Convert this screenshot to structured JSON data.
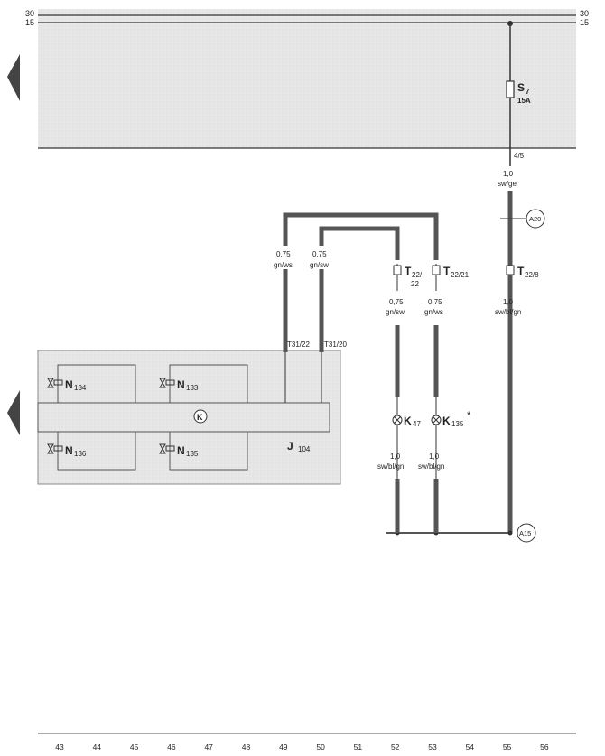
{
  "rails": {
    "top_left": "30",
    "bottom_left": "15",
    "top_right": "30",
    "bottom_right": "15"
  },
  "fuse": {
    "name": "S",
    "sub": "7",
    "rating": "15A",
    "pin": "4/5"
  },
  "wires": {
    "w_main_top": {
      "cs": "1,0",
      "color": "sw/ge"
    },
    "w_gnws_left": {
      "cs": "0,75",
      "color": "gn/ws"
    },
    "w_gnsw_left": {
      "cs": "0,75",
      "color": "gn/sw"
    },
    "w_gnsw_mid": {
      "cs": "0,75",
      "color": "gn/sw"
    },
    "w_gnws_mid": {
      "cs": "0,75",
      "color": "gn/ws"
    },
    "w_main_mid": {
      "cs": "1,0",
      "color": "sw/bl/gn"
    },
    "w_k47": {
      "cs": "1,0",
      "color": "sw/bl/gn"
    },
    "w_k135": {
      "cs": "1,0",
      "color": "sw/bl/gn"
    }
  },
  "connectors": {
    "t22_22": {
      "name": "T",
      "sub": "22/",
      "sub2": "22"
    },
    "t22_21": {
      "name": "T",
      "sub": "22/21"
    },
    "t22_8": {
      "name": "T",
      "sub": "22/8"
    },
    "t31_22": "T31/22",
    "t31_20": "T31/20",
    "a20": "A20",
    "a15": "A15"
  },
  "components": {
    "n134": {
      "name": "N",
      "sub": "134"
    },
    "n133": {
      "name": "N",
      "sub": "133"
    },
    "n136": {
      "name": "N",
      "sub": "136"
    },
    "n135": {
      "name": "N",
      "sub": "135"
    },
    "j104": {
      "name": "J",
      "sub": "104"
    },
    "k47": {
      "name": "K",
      "sub": "47"
    },
    "k135": {
      "name": "K",
      "sub": "135",
      "mark": "*"
    }
  },
  "grid_numbers": [
    "43",
    "44",
    "45",
    "46",
    "47",
    "48",
    "49",
    "50",
    "51",
    "52",
    "53",
    "54",
    "55",
    "56"
  ]
}
